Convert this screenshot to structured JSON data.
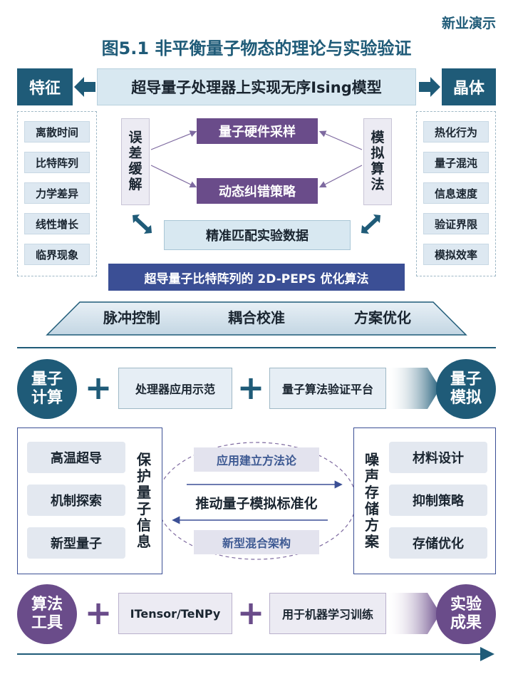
{
  "brand": "新业演示",
  "figure_title": "图5.1  非平衡量子物态的理论与实验验证",
  "top": {
    "left_head": "特征",
    "right_head": "晶体",
    "main_title": "超导量子处理器上实现无序Ising模型",
    "left_items": [
      "离散时间",
      "比特阵列",
      "力学差异",
      "线性增长",
      "临界现象"
    ],
    "right_items": [
      "热化行为",
      "量子混沌",
      "信息速度",
      "验证界限",
      "模拟效率"
    ],
    "left_vertical": [
      "误",
      "差",
      "缓",
      "解"
    ],
    "right_vertical": [
      "模",
      "拟",
      "算",
      "法"
    ],
    "center_top": "量子硬件采样",
    "center_bottom": "动态纠错策略",
    "data_box": "精准匹配实验数据",
    "algo_bar": "超导量子比特阵列的 2D-PEPS 优化算法",
    "trapezoid_items": [
      "脉冲控制",
      "耦合校准",
      "方案优化"
    ]
  },
  "row1": {
    "left_circle": [
      "量子",
      "计算"
    ],
    "box1": "处理器应用示范",
    "box2": "量子算法验证平台",
    "right_circle": [
      "量子",
      "模拟"
    ]
  },
  "middle": {
    "left_items": [
      "高温超导",
      "机制探索",
      "新型量子"
    ],
    "left_vertical": [
      "保",
      "护",
      "量",
      "子",
      "信",
      "息"
    ],
    "center_top": "应用建立方法论",
    "center_main": "推动量子模拟标准化",
    "center_bottom": "新型混合架构",
    "right_vertical": [
      "噪",
      "声",
      "存",
      "储",
      "方",
      "案"
    ],
    "right_items": [
      "材料设计",
      "抑制策略",
      "存储优化"
    ]
  },
  "row2": {
    "left_circle": [
      "算法",
      "工具"
    ],
    "box1": "ITensor/TeNPy",
    "box2": "用于机器学习训练",
    "right_circle": [
      "实验",
      "成果"
    ]
  },
  "colors": {
    "teal": "#1f5b78",
    "purple": "#6a4c8a",
    "navy": "#3b4f95",
    "light_blue": "#d8e8f1"
  }
}
